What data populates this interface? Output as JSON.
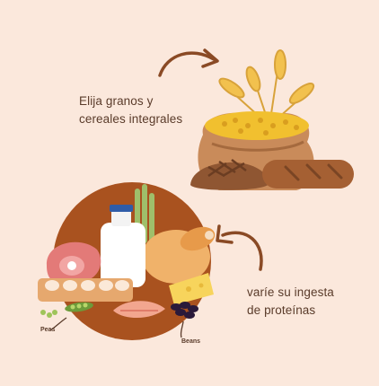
{
  "captions": {
    "grains": "Elija granos y\ncereales integrales",
    "protein": "varíe su ingesta\nde proteínas"
  },
  "labels": {
    "peas": "Peas",
    "beans": "Beans"
  },
  "colors": {
    "background": "#fbe8dc",
    "text": "#5a3b2a",
    "arrow": "#8a4a25",
    "circle": "#a9521f"
  },
  "icons": [
    "curved-arrow-icon",
    "wheat-icon",
    "grain-sack-icon",
    "bread-icon",
    "milk-jug-icon",
    "chicken-icon",
    "ham-icon",
    "egg-carton-icon",
    "fish-icon",
    "cheese-icon",
    "peas-icon",
    "beans-icon"
  ]
}
